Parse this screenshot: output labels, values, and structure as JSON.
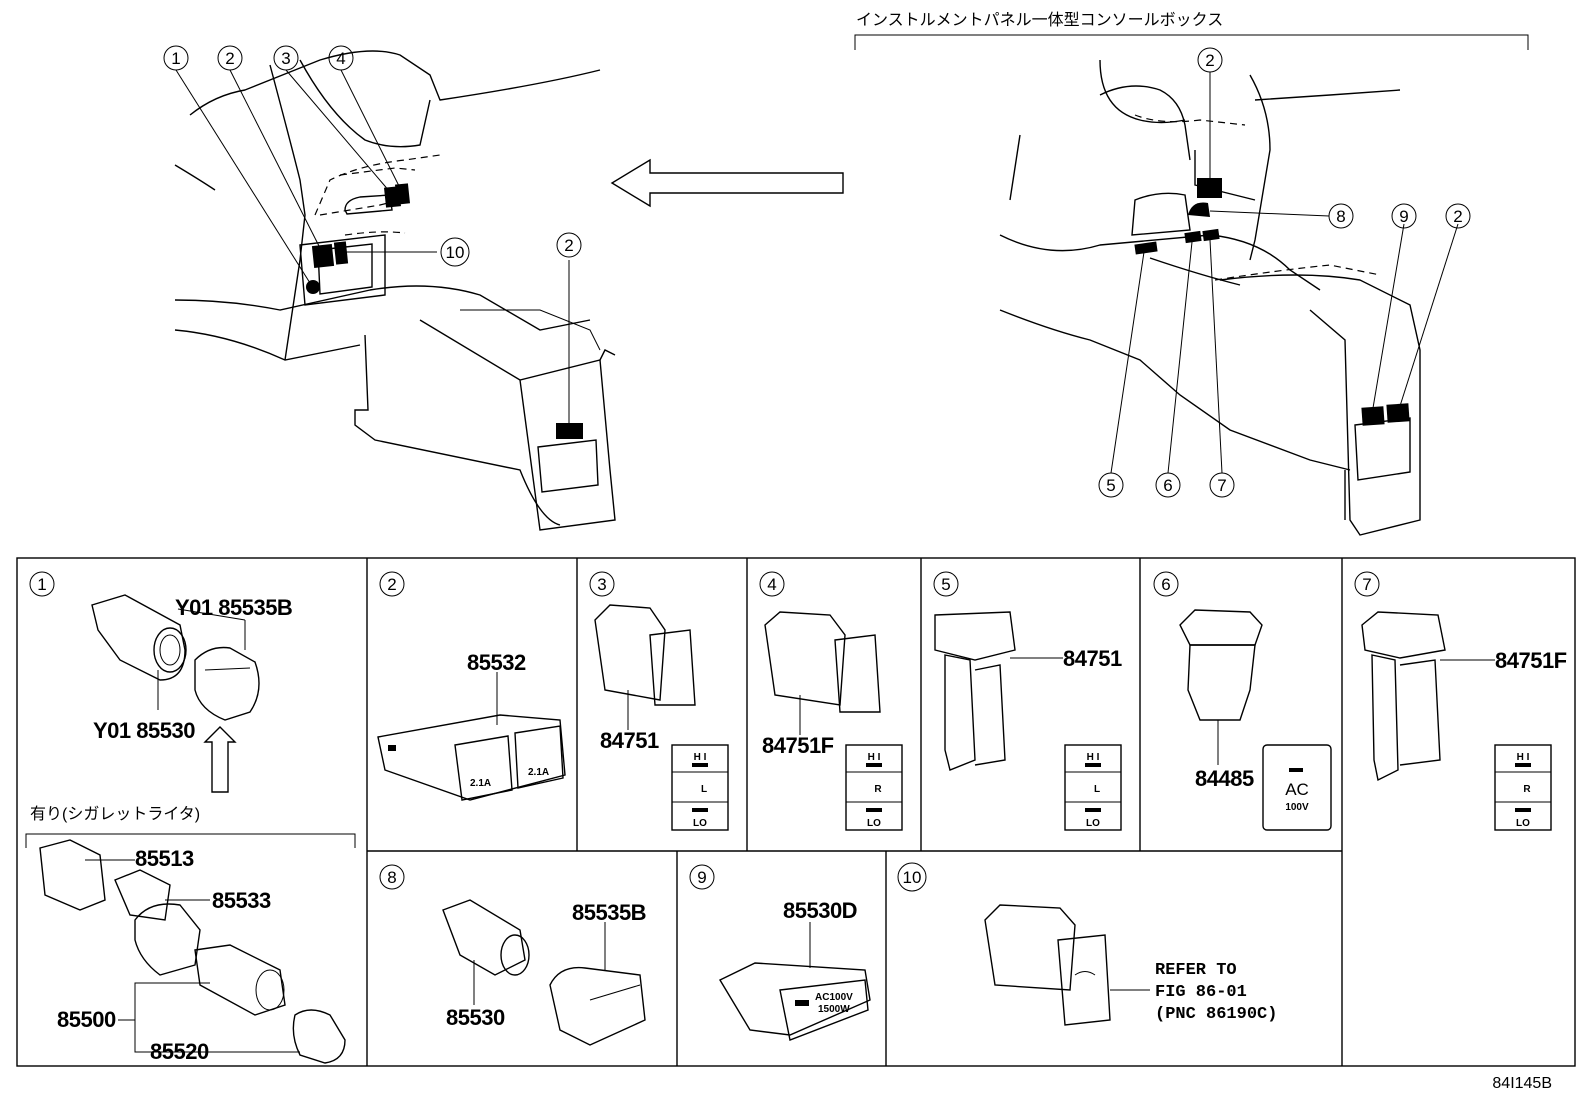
{
  "diagram_id": "84I145B",
  "top_right_caption": "インストルメントパネル一体型コンソールボックス",
  "optional_section_label": "有り(シガレットライタ)",
  "callouts_left": [
    "1",
    "2",
    "3",
    "4",
    "10",
    "2"
  ],
  "callouts_right": [
    "2",
    "8",
    "9",
    "2",
    "5",
    "6",
    "7"
  ],
  "panels": {
    "p1": {
      "num": "1",
      "parts": [
        "Y01 85535B",
        "Y01 85530",
        "85513",
        "85533",
        "85500",
        "85520"
      ]
    },
    "p2": {
      "num": "2",
      "parts": [
        "85532"
      ],
      "labels": [
        "2.1A",
        "2.1A"
      ]
    },
    "p3": {
      "num": "3",
      "parts": [
        "84751"
      ],
      "switch": [
        "H I",
        "L",
        "LO"
      ]
    },
    "p4": {
      "num": "4",
      "parts": [
        "84751F"
      ],
      "switch": [
        "H I",
        "R",
        "LO"
      ]
    },
    "p5": {
      "num": "5",
      "parts": [
        "84751"
      ],
      "switch": [
        "H I",
        "L",
        "LO"
      ]
    },
    "p6": {
      "num": "6",
      "parts": [
        "84485"
      ],
      "switch": [
        "AC",
        "100V"
      ]
    },
    "p7": {
      "num": "7",
      "parts": [
        "84751F"
      ],
      "switch": [
        "H I",
        "R",
        "LO"
      ]
    },
    "p8": {
      "num": "8",
      "parts": [
        "85535B",
        "85530"
      ]
    },
    "p9": {
      "num": "9",
      "parts": [
        "85530D"
      ],
      "labels": [
        "AC100V",
        "1500W"
      ]
    },
    "p10": {
      "num": "10",
      "refer": [
        "REFER TO",
        "FIG 86-01",
        "(PNC 86190C)"
      ]
    }
  }
}
